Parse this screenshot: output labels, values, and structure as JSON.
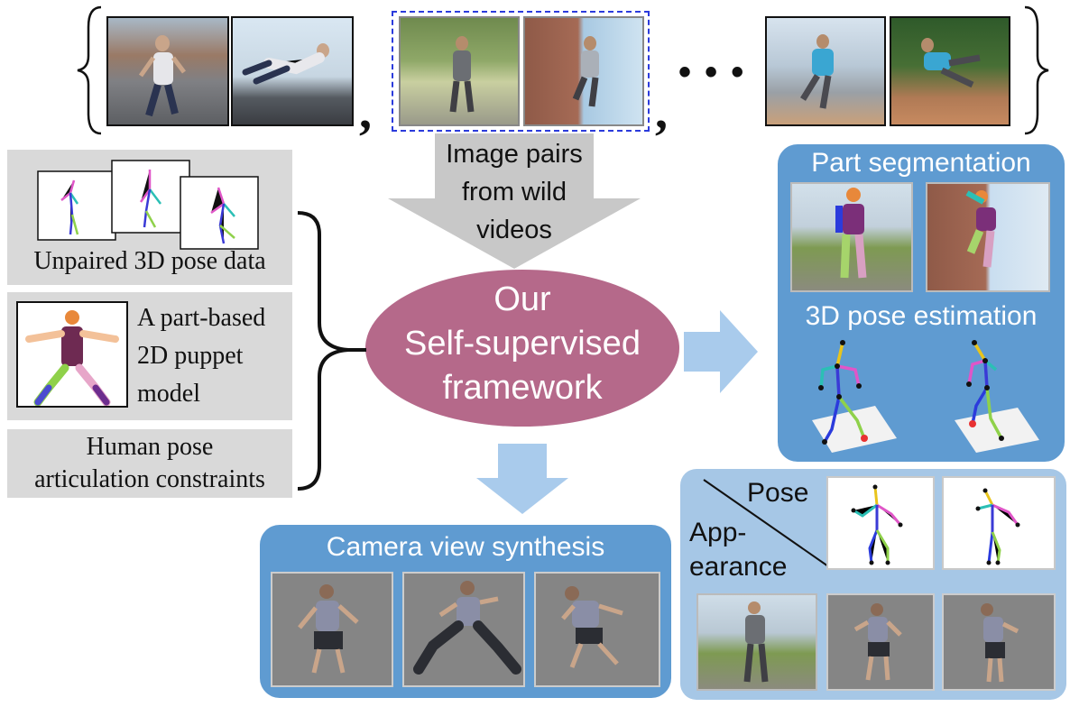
{
  "input_label": "Image pairs from wild videos",
  "input_label_lines": [
    "Image pairs",
    "from wild",
    "videos"
  ],
  "ellipsis": "• • •",
  "comma": ",",
  "center": {
    "lines": [
      "Our",
      "Self-supervised",
      "framework"
    ],
    "color": "#b5698a"
  },
  "left": {
    "unpaired": "Unpaired 3D pose data",
    "puppet_lines": [
      "A part-based",
      "2D puppet",
      "model"
    ],
    "constraints_lines": [
      "Human pose",
      "articulation constraints"
    ]
  },
  "right": {
    "part_seg": "Part segmentation",
    "pose_est": "3D pose estimation"
  },
  "bottom": {
    "cam_view": "Camera view synthesis",
    "pose": "Pose",
    "appearance_lines": [
      "App-",
      "earance"
    ]
  },
  "colors": {
    "panel_blue": "#5f9bd1",
    "panel_light_blue": "#a6c7e6",
    "arrow_blue": "#a9cbec",
    "arrow_gray": "#c8c8c8",
    "highlight_dash": "#2b3bdc"
  },
  "icons": [
    "left-brace-icon",
    "right-brace-icon",
    "down-arrow-icon",
    "right-arrow-icon",
    "side-brace-icon"
  ]
}
